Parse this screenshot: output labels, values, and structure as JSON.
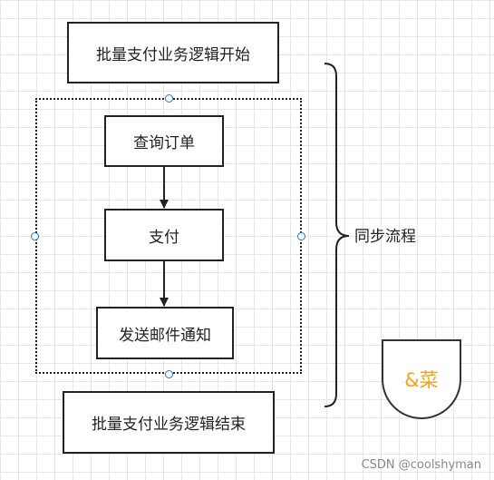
{
  "diagram": {
    "start_box": "批量支付业务逻辑开始",
    "steps": [
      "查询订单",
      "支付",
      "发送邮件通知"
    ],
    "end_box": "批量支付业务逻辑结束",
    "brace_label": "同步流程",
    "drop_label": "&菜"
  },
  "watermark": "CSDN @coolshyman",
  "colors": {
    "line": "#222222",
    "handle": "#1f7ad6",
    "drop_text": "#f5a31a",
    "grid": "#e6e6e6"
  }
}
